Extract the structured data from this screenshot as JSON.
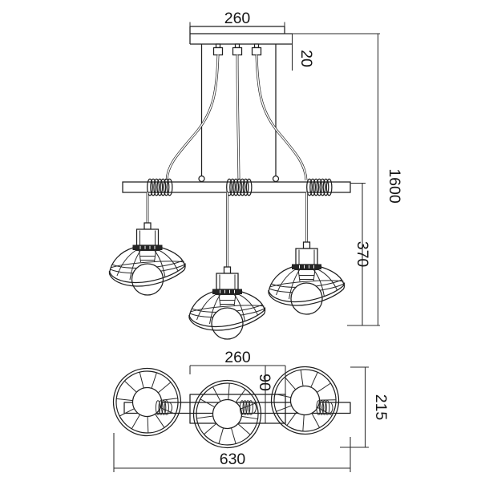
{
  "drawing": {
    "colors": {
      "line": "#1f1f1f",
      "background": "#ffffff",
      "text": "#161616"
    },
    "front_view": {
      "canopy_width_label": "260",
      "canopy_thickness_label": "20",
      "overall_drop_label": "1600",
      "shade_drop_label": "370"
    },
    "top_view": {
      "canopy_width_label": "260",
      "canopy_depth_label": "90",
      "fixture_depth_label": "215",
      "fixture_width_label": "630"
    }
  }
}
